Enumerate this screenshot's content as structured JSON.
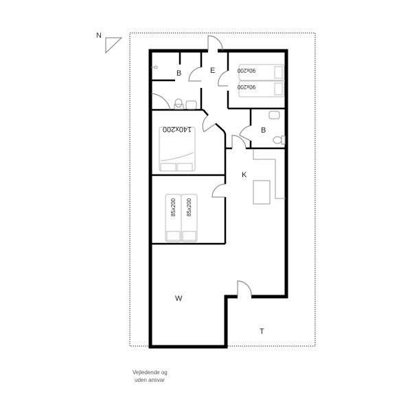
{
  "compass": {
    "label": "N"
  },
  "rooms": {
    "bath1": "B",
    "entry": "E",
    "bath2": "B",
    "kitchen": "K",
    "living": "W",
    "terrace": "T"
  },
  "beds": {
    "single_top_1": "90x200",
    "single_top_2": "90x200",
    "double": "140x200",
    "single_bottom_1": "85x200",
    "single_bottom_2": "85x200"
  },
  "disclaimer": {
    "line1": "Vejledende og",
    "line2": "uden ansvar"
  },
  "colors": {
    "wall": "#000000",
    "fixture": "#999999",
    "plot_border": "#999999"
  }
}
